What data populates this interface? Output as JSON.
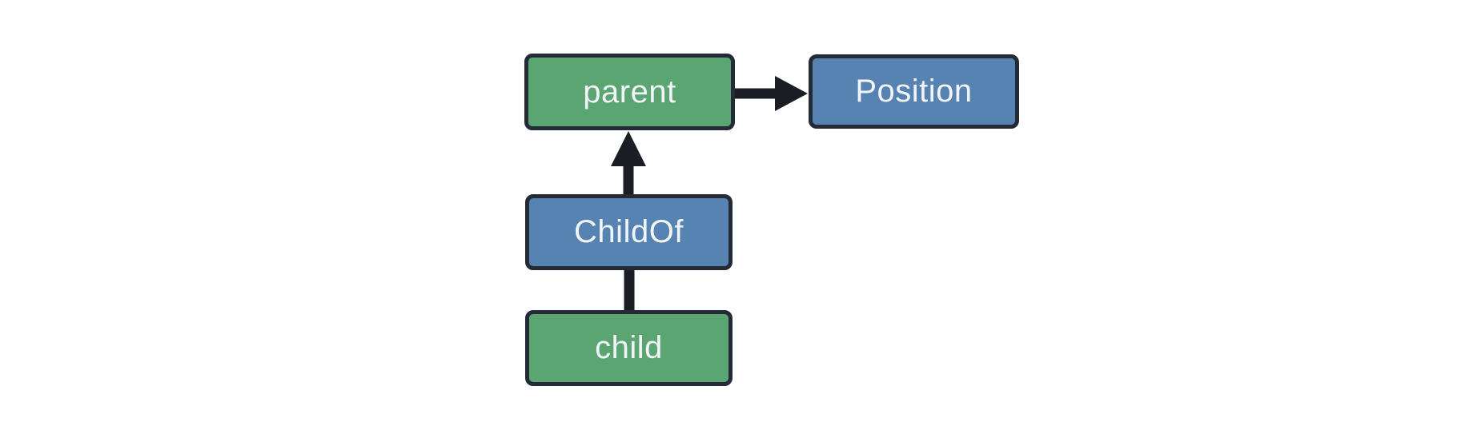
{
  "diagram": {
    "nodes": [
      {
        "id": "parent",
        "label": "parent",
        "kind": "entity",
        "fill": "#5ba572"
      },
      {
        "id": "position",
        "label": "Position",
        "kind": "component",
        "fill": "#5783b2"
      },
      {
        "id": "childof",
        "label": "ChildOf",
        "kind": "relationship",
        "fill": "#5783b2"
      },
      {
        "id": "child",
        "label": "child",
        "kind": "entity",
        "fill": "#5ba572"
      }
    ],
    "edges": [
      {
        "from": "parent",
        "to": "Position",
        "arrowhead": true,
        "direction": "right"
      },
      {
        "from": "ChildOf",
        "to": "parent",
        "arrowhead": true,
        "direction": "up"
      },
      {
        "from": "child",
        "to": "ChildOf",
        "arrowhead": false,
        "direction": "up"
      }
    ],
    "colors": {
      "entity_fill": "#5ba572",
      "component_fill": "#5783b2",
      "node_border": "#242b36",
      "node_text": "#f2f5f8",
      "connector": "#1a1d23",
      "background": "#ffffff"
    }
  }
}
